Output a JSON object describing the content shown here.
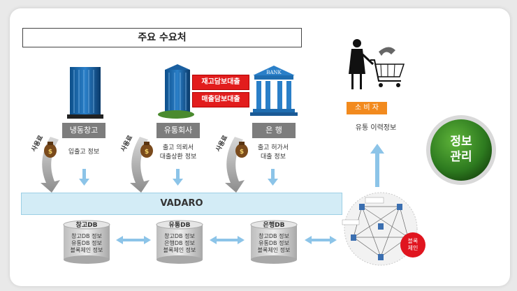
{
  "title": "주요 수요처",
  "consumers": [
    {
      "label": "냉동창고",
      "flow_label": "사용료",
      "info": [
        "입출고 정보"
      ]
    },
    {
      "label": "유통회사",
      "flow_label": "사용료",
      "info": [
        "출고 의뢰서",
        "대출상환 정보"
      ]
    },
    {
      "label": "은   행",
      "flow_label": "사용료",
      "info": [
        "출고 허가서",
        "대출 정보"
      ]
    }
  ],
  "loans": [
    "재고담보대출",
    "매출담보대출"
  ],
  "bank_sign": "BANK",
  "platform": "VADARO",
  "databases": [
    {
      "title": "창고DB",
      "lines": [
        "창고DB 정보",
        "유통DB 정보",
        "블록체인 정보"
      ]
    },
    {
      "title": "유통DB",
      "lines": [
        "창고DB 정보",
        "은행DB 정보",
        "블록체인 정보"
      ]
    },
    {
      "title": "은행DB",
      "lines": [
        "창고DB 정보",
        "유통DB 정보",
        "블록체인 정보"
      ]
    }
  ],
  "end_consumer": {
    "label": "소 비 자",
    "info": "유통 이력정보"
  },
  "info_management": [
    "정보",
    "관리"
  ],
  "blockchain_badge": [
    "블록",
    "체인"
  ],
  "colors": {
    "accent_orange": "#f28a1e",
    "loan_red": "#e21d1d",
    "platform_blue": "#d3ecf6",
    "label_gray": "#7d7d7d",
    "green": "#2d7a1f",
    "arrow_blue": "#8cc4e8"
  }
}
